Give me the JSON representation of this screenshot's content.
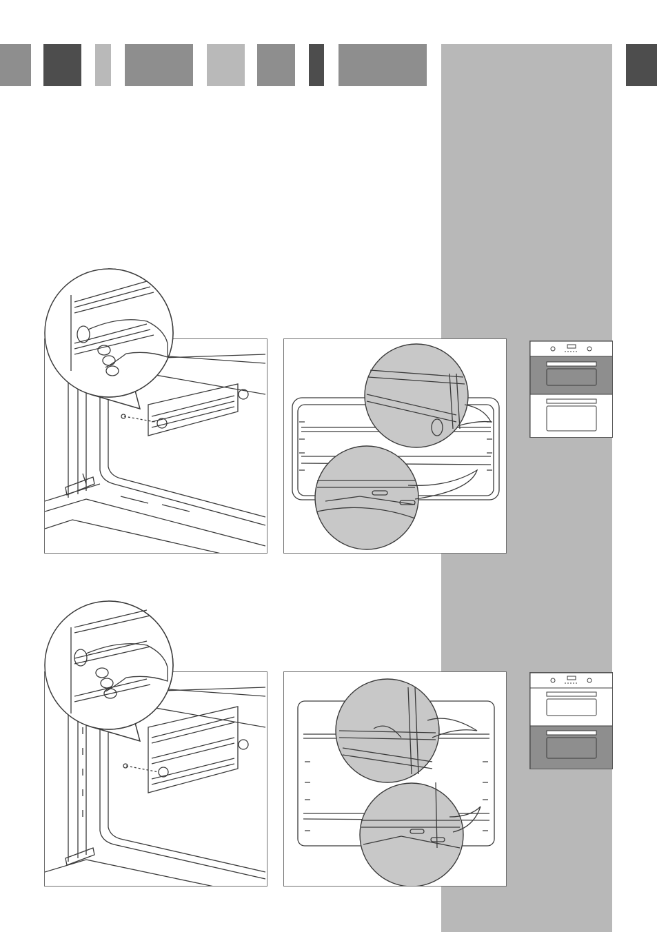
{
  "colors": {
    "dark": "#4d4d4d",
    "mid": "#8e8e8e",
    "light": "#b9b9b9",
    "sidebar": "#b8b8b8",
    "line": "#3a3a3a",
    "lens": "#c8c8c8"
  },
  "header_blocks": [
    "mid",
    "dark",
    "light",
    "mid",
    "light",
    "mid",
    "dark",
    "mid"
  ],
  "figures": [
    {
      "id": "upper-oven-side-rack",
      "subject": "hand-screw-icon"
    },
    {
      "id": "upper-oven-shelf-fit",
      "subject": "shelf-detail-icon"
    },
    {
      "id": "lower-oven-side-rack",
      "subject": "hand-screw-icon"
    },
    {
      "id": "lower-oven-shelf-fit",
      "subject": "shelf-detail-icon"
    }
  ],
  "oven_thumbnails": [
    {
      "id": "upper-highlighted",
      "highlight": "upper"
    },
    {
      "id": "lower-highlighted",
      "highlight": "lower"
    }
  ]
}
